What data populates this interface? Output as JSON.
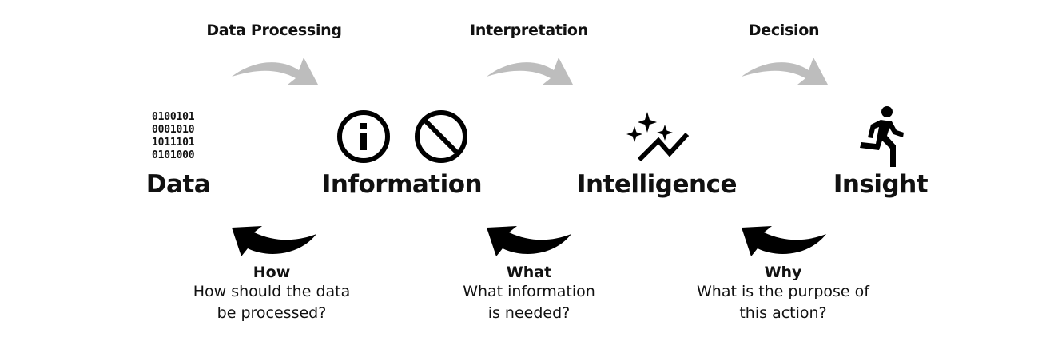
{
  "process_steps": [
    {
      "label": "Data Processing",
      "arrow_icon": "curved-arrow-right-icon"
    },
    {
      "label": "Interpretation",
      "arrow_icon": "curved-arrow-right-icon"
    },
    {
      "label": "Decision",
      "arrow_icon": "curved-arrow-right-icon"
    }
  ],
  "stages": [
    {
      "title": "Data",
      "icon": "binary-code-icon",
      "binary_lines": [
        "0100101",
        "0001010",
        "1011101",
        "0101000"
      ]
    },
    {
      "title": "Information",
      "icons": [
        "info-circle-icon",
        "prohibited-icon"
      ]
    },
    {
      "title": "Intelligence",
      "icon": "sparkle-trend-icon"
    },
    {
      "title": "Insight",
      "icon": "running-person-icon"
    }
  ],
  "questions": [
    {
      "heading": "How",
      "lines": [
        "How should the data",
        "be processed?"
      ],
      "arrow_icon": "curved-arrow-left-icon"
    },
    {
      "heading": "What",
      "lines": [
        "What information",
        "is needed?"
      ],
      "arrow_icon": "curved-arrow-left-icon"
    },
    {
      "heading": "Why",
      "lines": [
        "What is the purpose of",
        "this action?"
      ],
      "arrow_icon": "curved-arrow-left-icon"
    }
  ],
  "colors": {
    "forward_arrow": "#bdbdbd",
    "backward_arrow": "#000000",
    "text": "#111111",
    "background": "#ffffff"
  }
}
